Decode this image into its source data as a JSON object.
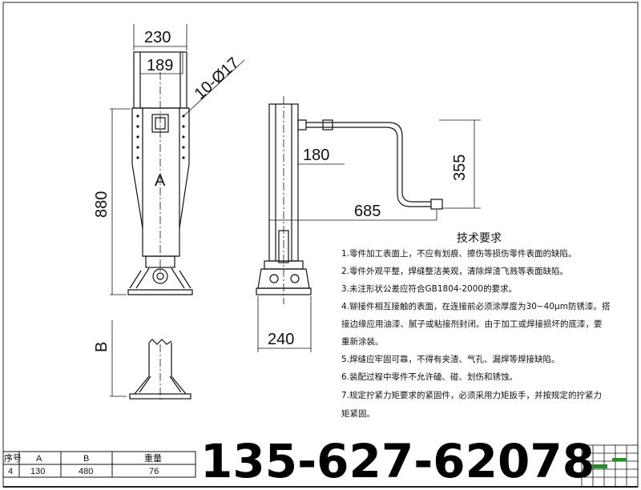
{
  "dimensions": {
    "width_230": "230",
    "width_189": "189",
    "hole_spec": "10-Ø17",
    "height_880": "880",
    "section_a": "A",
    "section_b": "B",
    "side_180": "180",
    "crank_355": "355",
    "crank_685": "685",
    "base_240": "240"
  },
  "requirements": {
    "title": "技术要求",
    "lines": [
      "1.零件加工表面上，不应有划痕、擦伤等损伤零件表面的缺陷。",
      "2.零件外观平整，焊缝整洁美观，清除焊渣飞溅等表面缺陷。",
      "3.未注形状公差应符合GB1804-2000的要求。",
      "4.铆接件相互接触的表面，在连接前必须涂厚度为30~40μm防锈漆。搭",
      "接边缘应用油漆、腻子或粘接剂封闭。由于加工或焊接损坏的底漆，要",
      "重新涂装。",
      "5.焊缝应牢固可靠，不得有夹渣、气孔、漏焊等焊接缺陷。",
      "6.装配过程中零件不允许磕、碰、划伤和锈蚀。",
      "7.规定拧紧力矩要求的紧固件，必须采用力矩扳手，并按规定的拧紧力",
      "矩紧固。"
    ]
  },
  "table": {
    "headers": [
      "序号",
      "A",
      "B",
      "重量"
    ],
    "row": [
      "4",
      "130",
      "480",
      "76"
    ]
  },
  "phone": "135-627-62078"
}
